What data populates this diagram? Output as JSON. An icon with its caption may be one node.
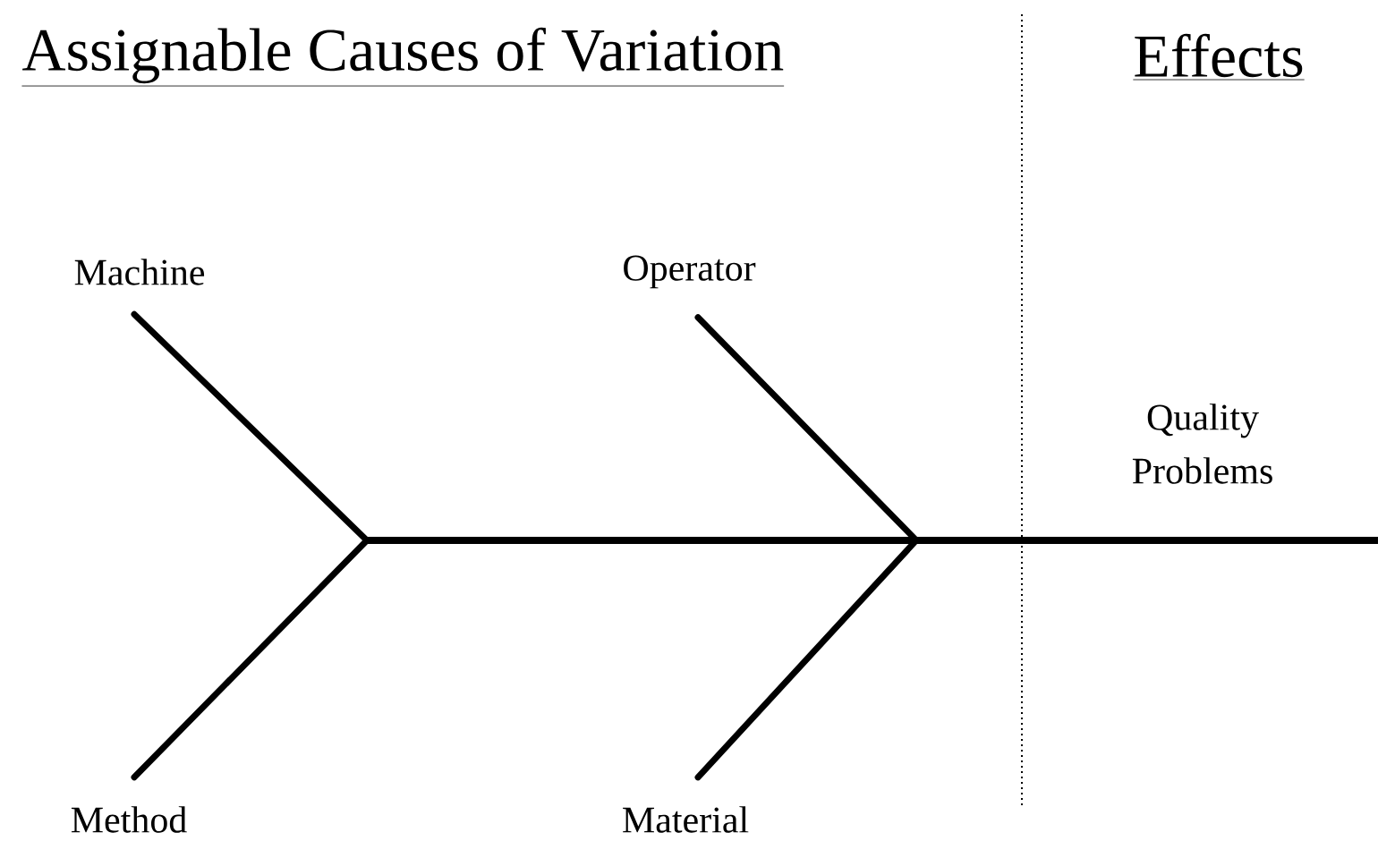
{
  "diagram": {
    "title": "Assignable Causes of Variation",
    "nodes": [
      {
        "text": [
          "Machine"
        ]
      },
      {
        "text": [
          "Operator"
        ]
      },
      {
        "text": [
          "Method"
        ]
      },
      {
        "text": [
          "Material"
        ]
      },
      {
        "text": [],
        "shape": "bar"
      }
    ],
    "edges": [
      {
        "from": 0,
        "to": 4,
        "arrow": "none"
      },
      {
        "from": 1,
        "to": 4,
        "arrow": "none"
      },
      {
        "from": 2,
        "to": 4,
        "arrow": "none"
      },
      {
        "from": 3,
        "to": 4,
        "arrow": "none"
      }
    ],
    "labels": [
      "Effects",
      "Quality Problems"
    ]
  }
}
